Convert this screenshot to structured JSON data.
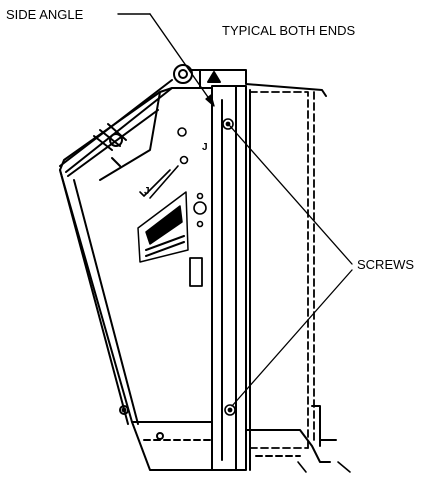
{
  "labels": {
    "side_angle": "SIDE ANGLE",
    "typical": "TYPICAL BOTH ENDS",
    "screws": "SCREWS"
  },
  "marks": {
    "j_upper": "J",
    "j_lower": "J"
  },
  "colors": {
    "line": "#000000",
    "background": "#ffffff"
  }
}
